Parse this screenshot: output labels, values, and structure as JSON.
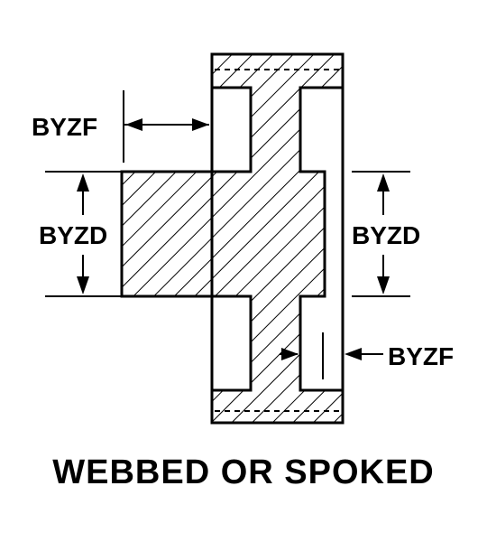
{
  "labels": {
    "face_width_top": "BYZF",
    "hub_diameter_left": "BYZD",
    "hub_diameter_right": "BYZD",
    "face_width_bottom": "BYZF"
  },
  "caption": "WEBBED OR SPOKED",
  "colors": {
    "ink": "#000000",
    "background": "#ffffff"
  }
}
